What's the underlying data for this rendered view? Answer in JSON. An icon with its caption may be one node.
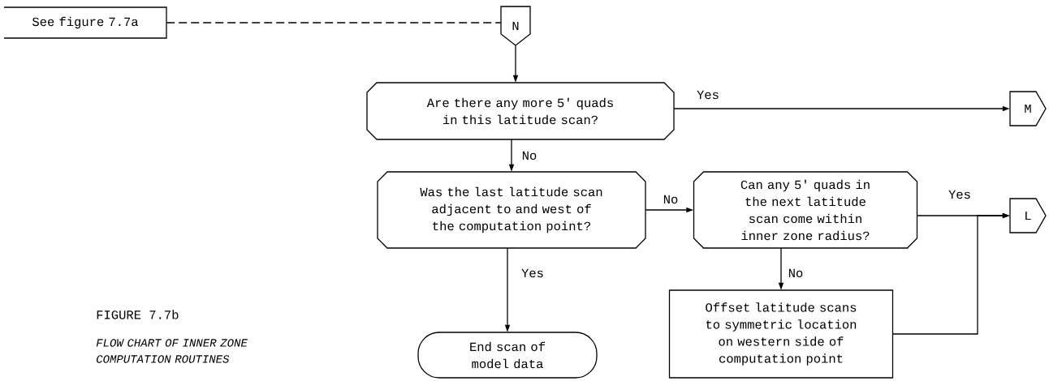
{
  "diagram": {
    "title": "FIGURE 7.7b",
    "caption": "FLOW CHART OF INNER ZONE COMPUTATION ROUTINES",
    "nodes": [
      {
        "text": [
          "See figure 7.7a"
        ]
      },
      {
        "text": [
          "N"
        ]
      },
      {
        "text": [
          "Are there any more 5' quads in this latitude scan?"
        ]
      },
      {
        "text": [
          "M"
        ]
      },
      {
        "text": [
          "Was the last latitude scan adjacent to and west of the computation point?"
        ]
      },
      {
        "text": [
          "Can any 5' quads in the next latitude scan come within inner zone radius?"
        ]
      },
      {
        "text": [
          "L"
        ]
      },
      {
        "text": [
          "End scan of model data"
        ]
      },
      {
        "text": [
          "Offset latitude scans to symmetric location on western side of computation point"
        ]
      }
    ],
    "edges": [
      {
        "from": 0,
        "to": 1,
        "arrow": "none",
        "style": "dashed"
      },
      {
        "from": 1,
        "to": 2,
        "arrow": "to"
      },
      {
        "from": 2,
        "to": 3,
        "arrow": "to",
        "label": "Yes"
      },
      {
        "from": 2,
        "to": 4,
        "arrow": "to",
        "label": "No"
      },
      {
        "from": 4,
        "to": 5,
        "arrow": "to",
        "label": "No"
      },
      {
        "from": 5,
        "to": 6,
        "arrow": "to",
        "label": "Yes"
      },
      {
        "from": 4,
        "to": 7,
        "arrow": "to",
        "label": "Yes"
      },
      {
        "from": 5,
        "to": 8,
        "arrow": "to",
        "label": "No"
      },
      {
        "from": 8,
        "to": 6,
        "arrow": "to"
      }
    ]
  }
}
